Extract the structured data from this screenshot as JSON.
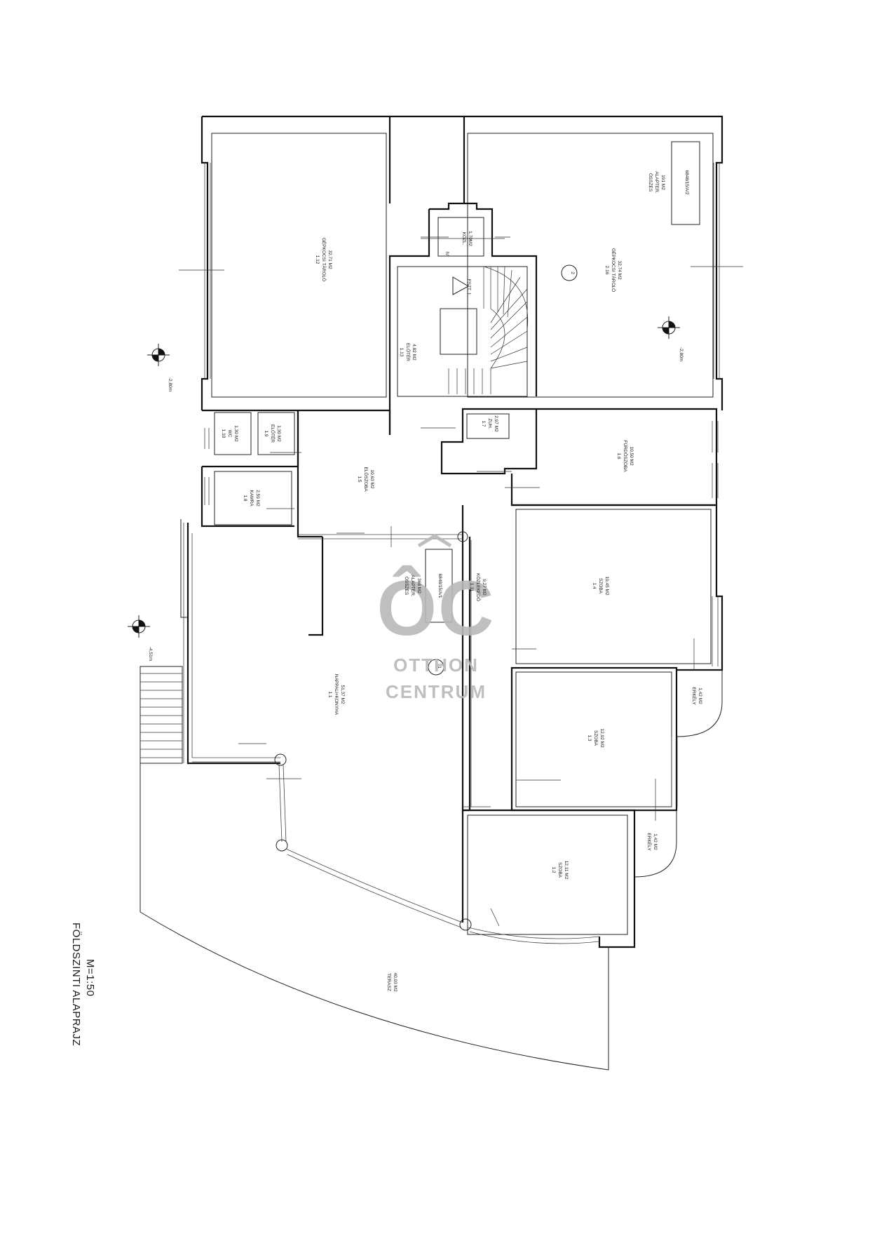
{
  "plan": {
    "title": "FÖLDSZINTI ALAPRAJZ",
    "scale": "M=1:50"
  },
  "rooms": [
    {
      "id": "1.12",
      "name": "GÉPKOCSI TÁROLÓ",
      "area": "32,71 M2"
    },
    {
      "id": "2.16",
      "name": "GÉPKOCSI TÁROLÓ",
      "area": "32,74 M2"
    },
    {
      "id": "",
      "name": "KÖZL.",
      "area": "1,70M2"
    },
    {
      "id": "1.13",
      "name": "ELŐTÉR",
      "area": "4,82 M2"
    },
    {
      "id": "1.10",
      "name": "WC",
      "area": "1,30 M2"
    },
    {
      "id": "1.9",
      "name": "ELŐTÉR",
      "area": "1,30 M2"
    },
    {
      "id": "1.8",
      "name": "KAMRA",
      "area": "2,59 M2"
    },
    {
      "id": "1.5",
      "name": "ELŐSZOBA",
      "area": "10,63 M2"
    },
    {
      "id": "1.7",
      "name": "ZUH.",
      "area": "2,97 M2"
    },
    {
      "id": "1.6",
      "name": "FÜRDŐSZOBA",
      "area": "10,50 M2"
    },
    {
      "id": "1.4",
      "name": "SZOBA",
      "area": "19,45 M2"
    },
    {
      "id": "1.11",
      "name": "KÖZLEKEDŐ",
      "area": "9,27 M2"
    },
    {
      "id": "1.1",
      "name": "NAPPALI+KONYHA",
      "area": "51,37 M2"
    },
    {
      "id": "",
      "name": "ERKÉLY",
      "area": "1,42 M2"
    },
    {
      "id": "1.3",
      "name": "SZOBA",
      "area": "12,92 M2"
    },
    {
      "id": "",
      "name": "ERKÉLY",
      "area": "1,42 M2"
    },
    {
      "id": "1.2",
      "name": "SZOBA",
      "area": "12,11 M2"
    },
    {
      "id": "",
      "name": "TERASZ",
      "area": "40,03 M2"
    }
  ],
  "summaries": [
    {
      "code": "6848/15/A/2",
      "label1": "ÖSSZES",
      "label2": "ALAPTER.",
      "area": "191 M2"
    },
    {
      "code": "6848/15/A/1",
      "label1": "ÖSSZES",
      "label2": "ALAPTER.",
      "area": "366 M2"
    }
  ],
  "levels": [
    "-2,80m",
    "-2,80m",
    "-4,51m"
  ],
  "stair": {
    "label1": "IV.",
    "label2": "FSZT. 1."
  },
  "markers": [
    "2",
    "1"
  ],
  "watermark": {
    "logo": "ÔC",
    "line1": "OTTHON",
    "line2": "CENTRUM",
    "color": "#b9b9b9"
  }
}
